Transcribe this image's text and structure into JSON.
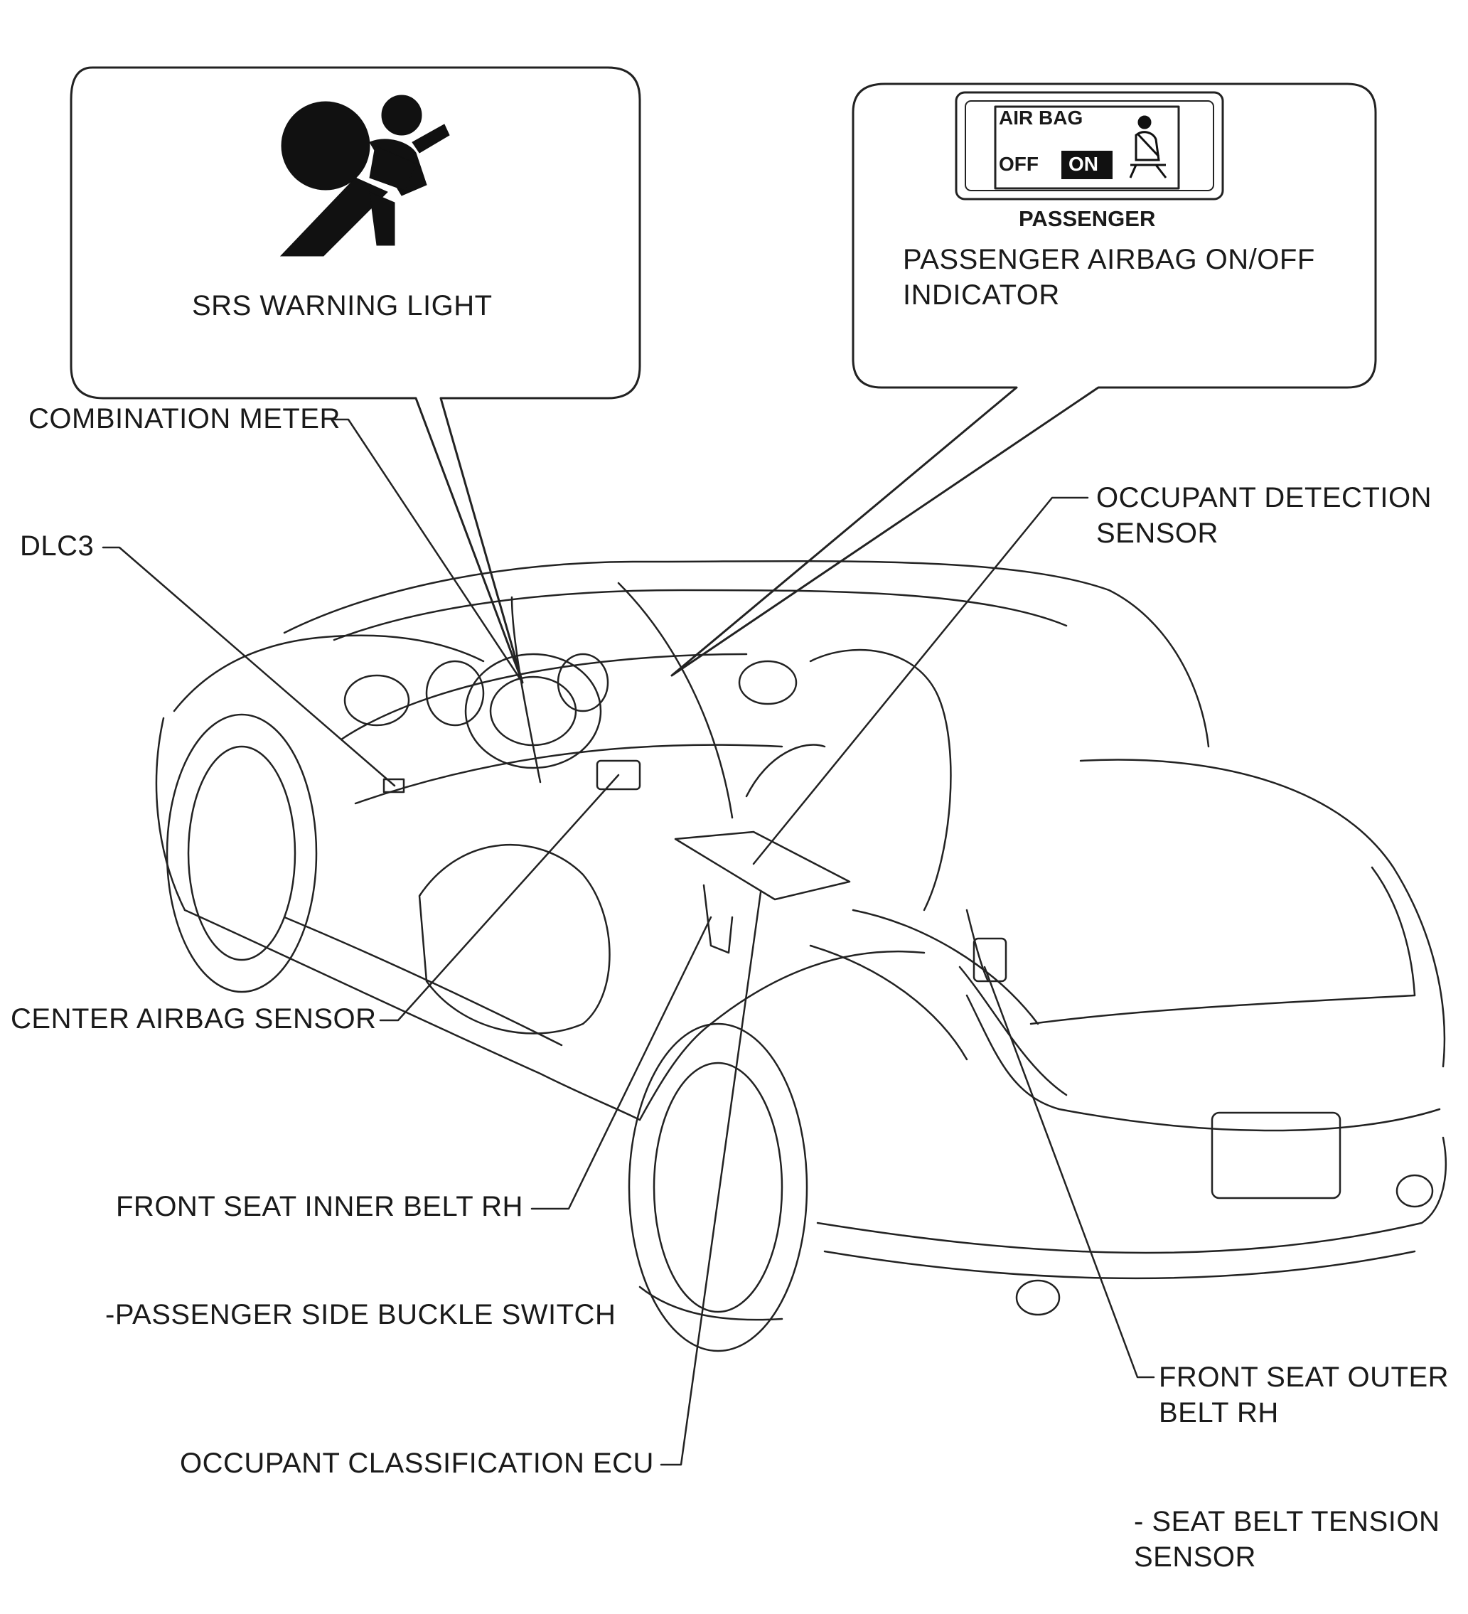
{
  "srs_callout": {
    "label": "SRS WARNING LIGHT",
    "icon": "airbag-occupant-icon"
  },
  "passenger_callout": {
    "panel": {
      "line1": "AIR BAG",
      "off": "OFF",
      "on": "ON",
      "caption": "PASSENGER",
      "icon": "seatbelt-person-icon"
    },
    "label_line1": "PASSENGER AIRBAG ON/OFF",
    "label_line2": "INDICATOR"
  },
  "labels": {
    "combination_meter": "COMBINATION METER",
    "dlc3": "DLC3",
    "occupant_detection_sensor_1": "OCCUPANT DETECTION",
    "occupant_detection_sensor_2": "SENSOR",
    "center_airbag_sensor": "CENTER AIRBAG SENSOR",
    "front_seat_inner_belt_rh": "FRONT SEAT INNER BELT RH",
    "passenger_side_buckle_switch": "-PASSENGER SIDE BUCKLE SWITCH",
    "occupant_classification_ecu": "OCCUPANT CLASSIFICATION ECU",
    "front_seat_outer_belt_rh_1": "FRONT SEAT OUTER",
    "front_seat_outer_belt_rh_2": "BELT RH",
    "seat_belt_tension_sensor_1": "- SEAT BELT TENSION",
    "seat_belt_tension_sensor_2": "SENSOR"
  }
}
